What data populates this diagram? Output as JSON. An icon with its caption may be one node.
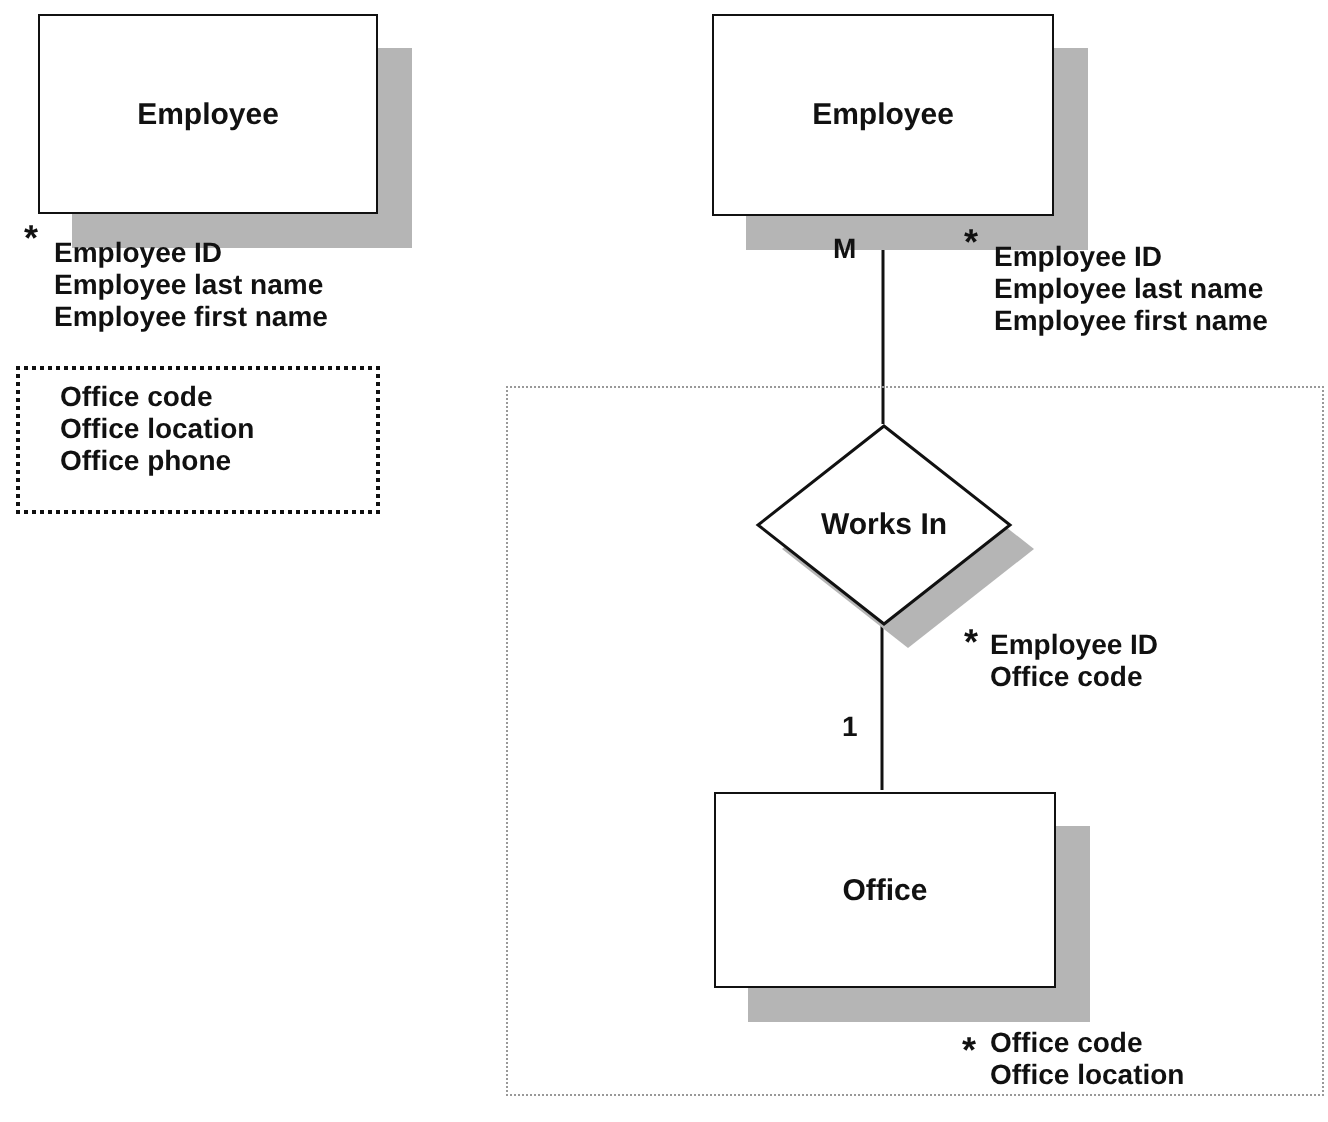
{
  "diagram": {
    "nodes": [
      {
        "text": [
          "Employee"
        ],
        "beside": [
          "*",
          "Employee ID",
          "Employee last name",
          "Employee first name"
        ]
      },
      {
        "text": [
          "Office code",
          "Office location",
          "Office phone"
        ]
      },
      {
        "text": [
          "Employee"
        ],
        "beside": [
          "*",
          "Employee ID",
          "Employee last name",
          "Employee first name"
        ]
      },
      {
        "text": [],
        "shape": "box"
      },
      {
        "text": [
          "Works In"
        ],
        "in": 3,
        "beside": [
          "*",
          "Employee ID",
          "Office code"
        ]
      },
      {
        "text": [
          "Office"
        ],
        "in": 3,
        "beside": [
          "*",
          "Office code",
          "Office location"
        ]
      }
    ],
    "edges": [
      {
        "from": 2,
        "to": 4,
        "arrow": "none",
        "label": "M"
      },
      {
        "from": 4,
        "to": 5,
        "arrow": "none",
        "label": "1"
      }
    ]
  }
}
